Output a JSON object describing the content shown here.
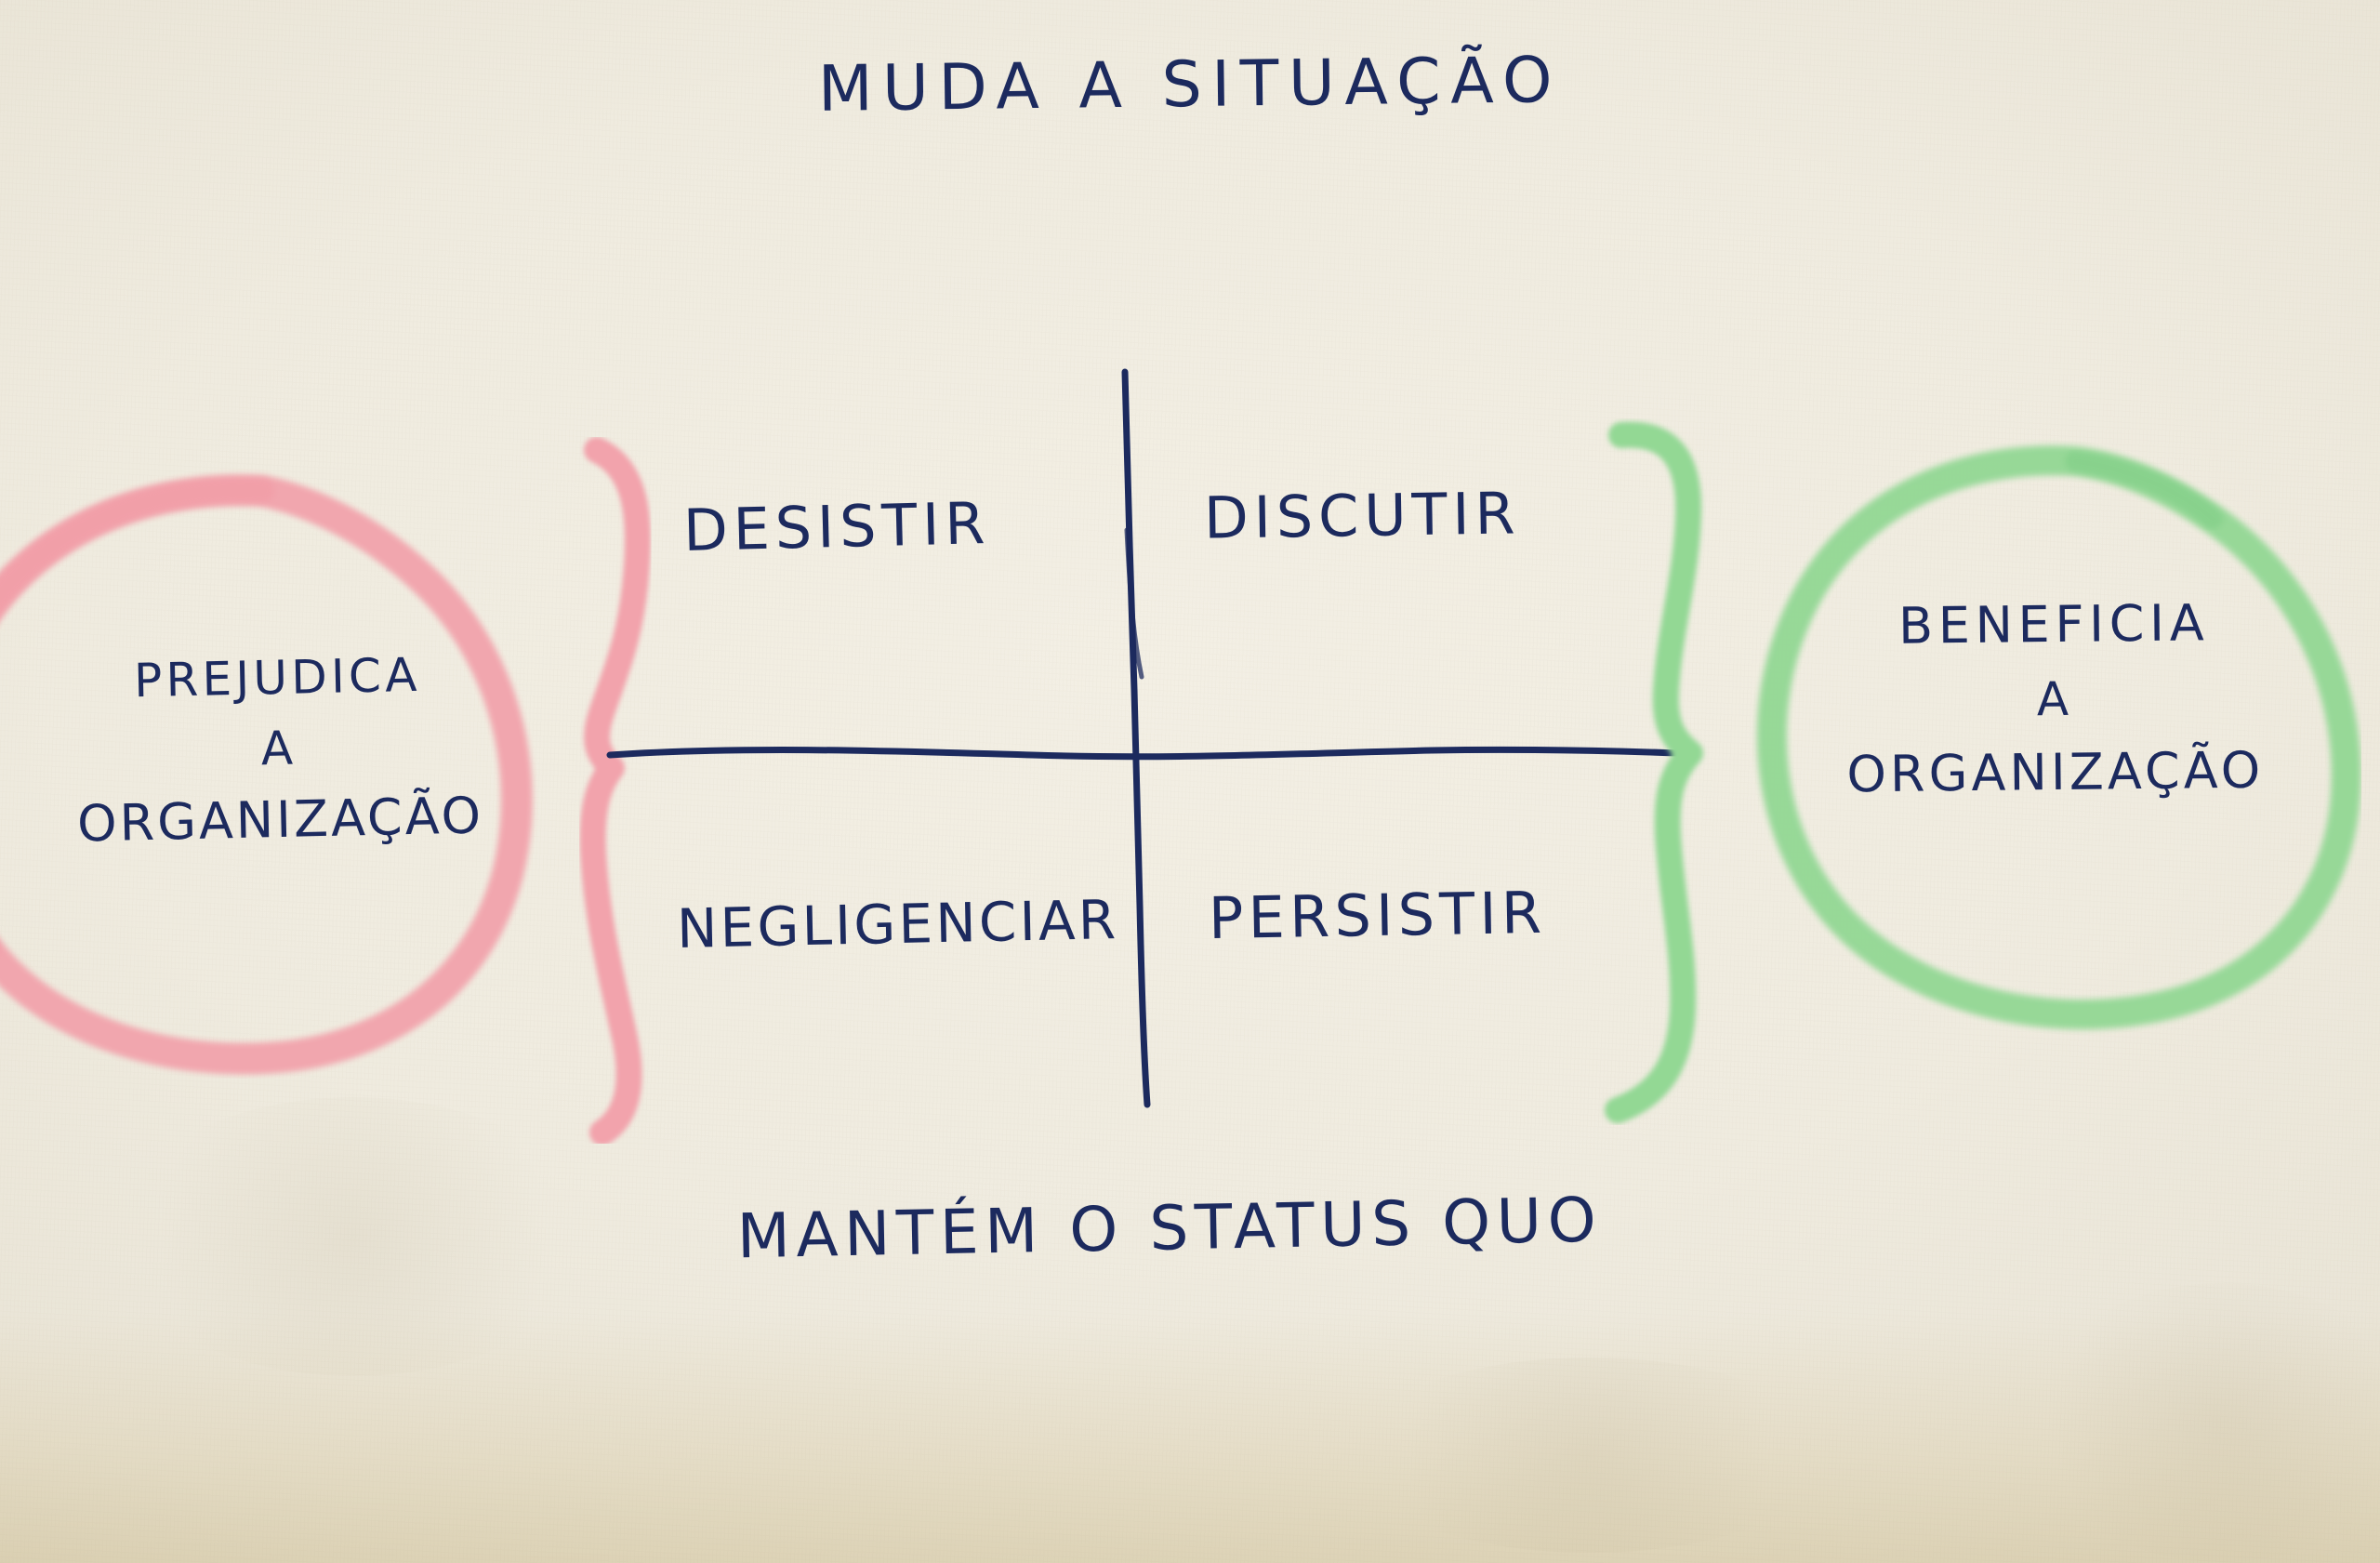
{
  "diagram": {
    "type": "2x2-matrix",
    "medium": "hand-drawn whiteboard / paper sketch",
    "language": "pt-BR",
    "axes": {
      "top_label": "MUDA A SITUAÇÃO",
      "bottom_label": "MANTÉM O STATUS QUO",
      "left_label": "PREJUDICA A ORGANIZAÇÃO",
      "right_label": "BENEFICIA A ORGANIZAÇÃO"
    },
    "quadrants": [
      {
        "id": "top-left",
        "label": "DESISTIR"
      },
      {
        "id": "top-right",
        "label": "DISCUTIR"
      },
      {
        "id": "bottom-left",
        "label": "NEGLIGENCIAR"
      },
      {
        "id": "bottom-right",
        "label": "PERSISTIR"
      }
    ],
    "left_group": {
      "line1": "PREJUDICA",
      "line2": "A",
      "line3": "ORGANIZAÇÃO",
      "accent_color": "#f2a3ac",
      "shape": "circle",
      "brace": "}"
    },
    "right_group": {
      "line1": "BENEFICIA",
      "line2": "A",
      "line3": "ORGANIZAÇÃO",
      "accent_color": "#93d894",
      "shape": "circle",
      "brace": "}"
    },
    "colors": {
      "ink": "#1c2a5e",
      "paper": "#efebdf",
      "pink": "#f2a3ac",
      "green": "#93d894"
    }
  }
}
